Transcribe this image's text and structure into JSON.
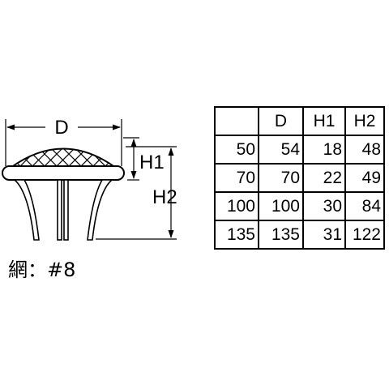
{
  "diagram": {
    "dimension_labels": {
      "D": "D",
      "H1": "H1",
      "H2": "H2"
    },
    "mesh_note": "網：#8"
  },
  "table": {
    "headers": [
      "",
      "D",
      "H1",
      "H2"
    ],
    "rows": [
      [
        "50",
        "54",
        "18",
        "48"
      ],
      [
        "70",
        "70",
        "22",
        "49"
      ],
      [
        "100",
        "100",
        "30",
        "84"
      ],
      [
        "135",
        "135",
        "31",
        "122"
      ]
    ]
  }
}
